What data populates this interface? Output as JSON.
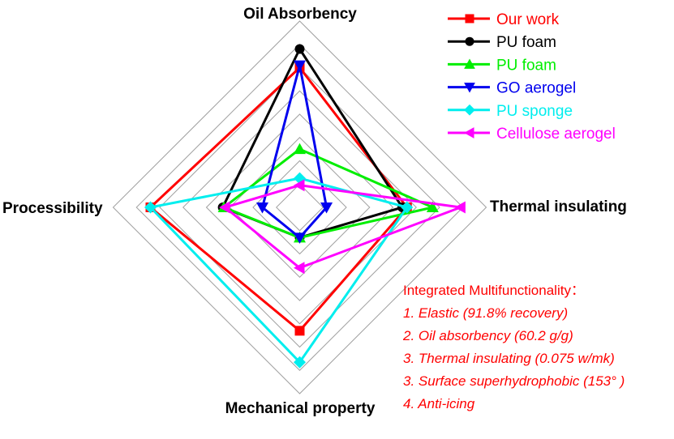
{
  "chart_data": {
    "type": "radar",
    "axes": [
      "Oil Absorbency",
      "Thermal insulating",
      "Mechanical property",
      "Processibility"
    ],
    "rlim": [
      0,
      8
    ],
    "rings": 8,
    "grid": true,
    "legend_position": "top-right",
    "series": [
      {
        "name": "Our work",
        "color": "#ff0000",
        "marker": "square",
        "values": [
          6.0,
          4.6,
          5.3,
          6.4
        ]
      },
      {
        "name": "PU foam",
        "color": "#000000",
        "marker": "circle",
        "values": [
          6.8,
          4.4,
          1.3,
          3.3
        ]
      },
      {
        "name": "PU foam",
        "color": "#00ee00",
        "marker": "triangle-up",
        "values": [
          2.5,
          5.7,
          1.3,
          3.25
        ]
      },
      {
        "name": "GO aerogel",
        "color": "#0000ee",
        "marker": "triangle-down",
        "values": [
          6.1,
          1.15,
          1.3,
          1.6
        ]
      },
      {
        "name": "PU sponge",
        "color": "#00eeee",
        "marker": "diamond",
        "values": [
          1.25,
          4.6,
          6.65,
          6.4
        ]
      },
      {
        "name": "Cellulose aerogel",
        "color": "#ff00ff",
        "marker": "triangle-left",
        "values": [
          0.95,
          6.9,
          2.6,
          3.2
        ]
      }
    ]
  },
  "annotation": {
    "title": "Integrated Multifunctionality：",
    "items": [
      "1. Elastic (91.8% recovery)",
      "2. Oil absorbency (60.2 g/g)",
      "3. Thermal insulating (0.075 w/mk)",
      "3. Surface superhydrophobic (153° )",
      "4. Anti-icing"
    ]
  }
}
